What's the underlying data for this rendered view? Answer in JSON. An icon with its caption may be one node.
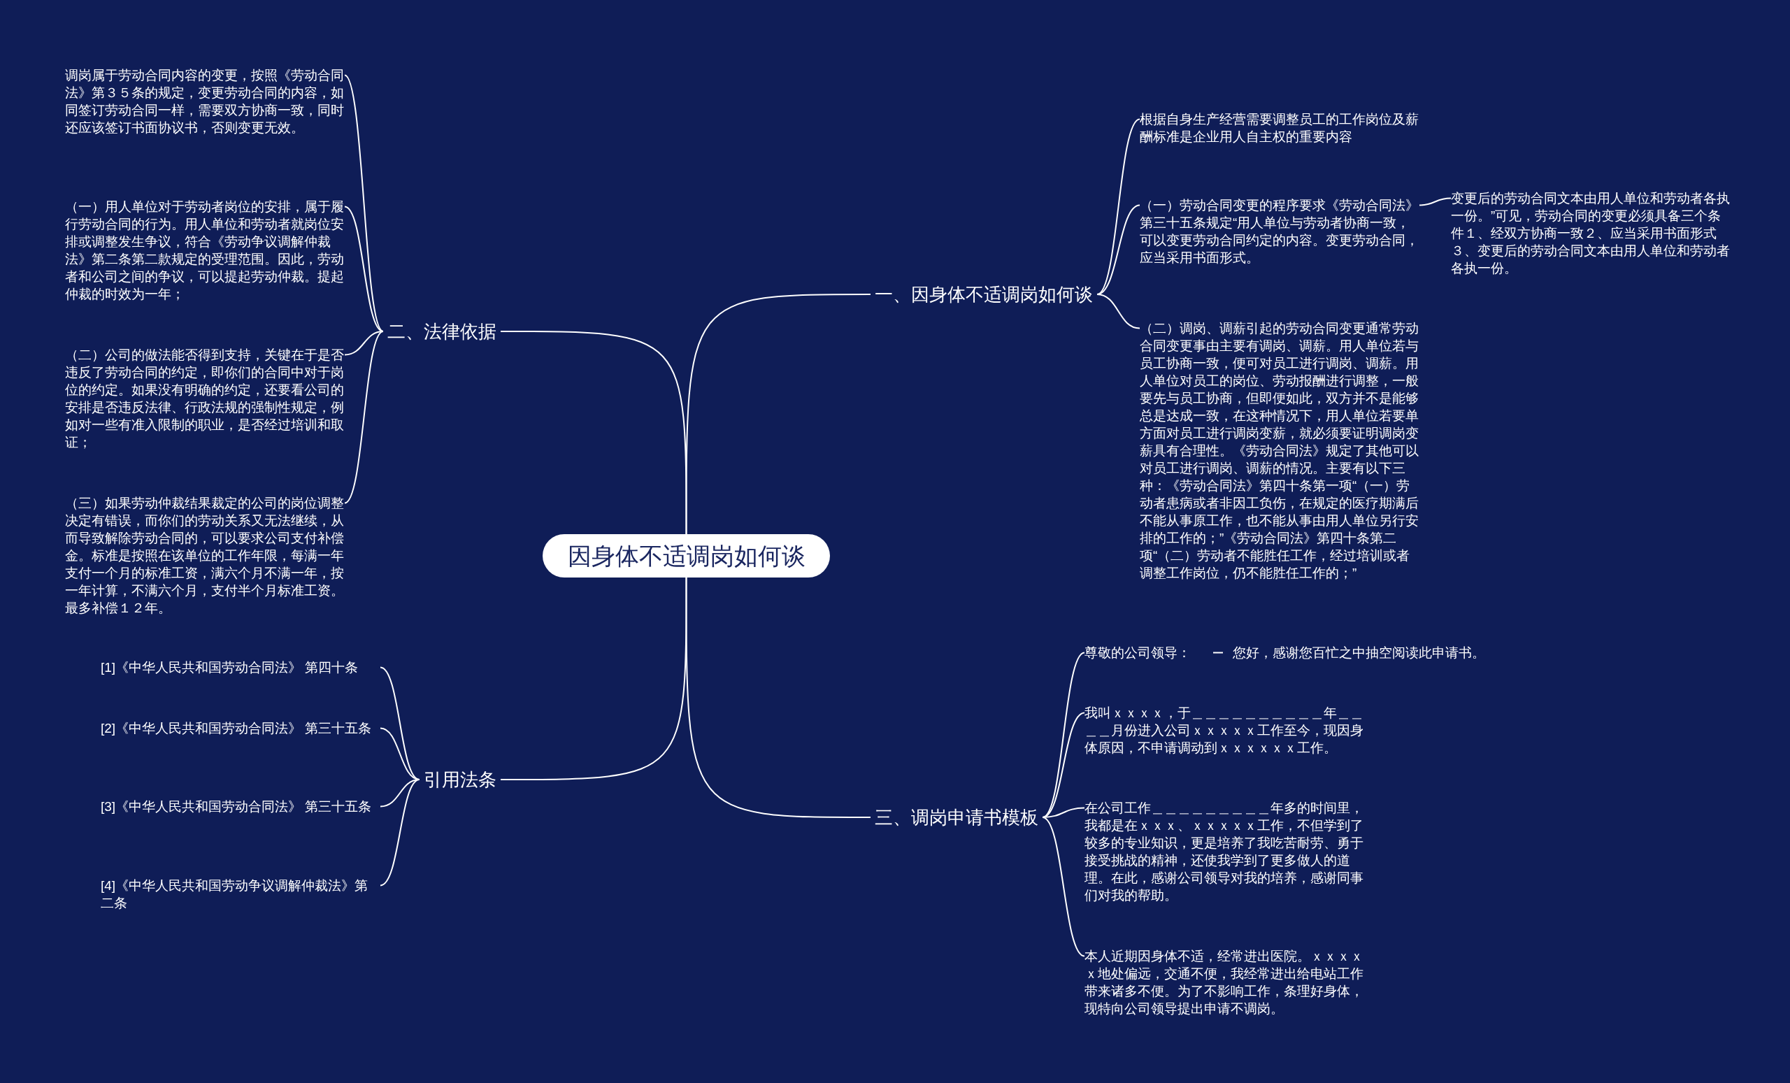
{
  "diagram": {
    "nodes": [
      {
        "text": [
          "因身体不适调岗如何谈"
        ]
      },
      {
        "text": [
          "一、因身体不适调岗如何谈"
        ]
      },
      {
        "text": [
          "根据自身生产经营需要调整员工的工作岗位及薪酬标准是企业用人自主权的重要内容"
        ]
      },
      {
        "text": [
          "（一）劳动合同变更的程序要求《劳动合同法》第三十五条规定“用人单位与劳动者协商一致，可以变更劳动合同约定的内容。变更劳动合同，应当采用书面形式。"
        ]
      },
      {
        "text": [
          "变更后的劳动合同文本由用人单位和劳动者各执一份。”可见，劳动合同的变更必须具备三个条件１、经双方协商一致２、应当采用书面形式３、变更后的劳动合同文本由用人单位和劳动者各执一份。"
        ]
      },
      {
        "text": [
          "（二）调岗、调薪引起的劳动合同变更通常劳动合同变更事由主要有调岗、调薪。用人单位若与员工协商一致，便可对员工进行调岗、调薪。用人单位对员工的岗位、劳动报酬进行调整，一般要先与员工协商，但即便如此，双方并不是能够总是达成一致，在这种情况下，用人单位若要单方面对员工进行调岗变薪，就必须要证明调岗变薪具有合理性。《劳动合同法》规定了其他可以对员工进行调岗、调薪的情况。主要有以下三种：《劳动合同法》第四十条第一项“（一）劳动者患病或者非因工负伤，在规定的医疗期满后不能从事原工作，也不能从事由用人单位另行安排的工作的；”《劳动合同法》第四十条第二项“（二）劳动者不能胜任工作，经过培训或者调整工作岗位，仍不能胜任工作的；”"
        ]
      },
      {
        "text": [
          "二、法律依据"
        ]
      },
      {
        "text": [
          "调岗属于劳动合同内容的变更，按照《劳动合同法》第３５条的规定，变更劳动合同的内容，如同签订劳动合同一样，需要双方协商一致，同时还应该签订书面协议书，否则变更无效。"
        ]
      },
      {
        "text": [
          "（一）用人单位对于劳动者岗位的安排，属于履行劳动合同的行为。用人单位和劳动者就岗位安排或调整发生争议，符合《劳动争议调解仲裁法》第二条第二款规定的受理范围。因此，劳动者和公司之间的争议，可以提起劳动仲裁。提起仲裁的时效为一年；"
        ]
      },
      {
        "text": [
          "（二）公司的做法能否得到支持，关键在于是否违反了劳动合同的约定，即你们的合同中对于岗位的约定。如果没有明确的约定，还要看公司的安排是否违反法律、行政法规的强制性规定，例如对一些有准入限制的职业，是否经过培训和取证；"
        ]
      },
      {
        "text": [
          "（三）如果劳动仲裁结果裁定的公司的岗位调整决定有错误，而你们的劳动关系又无法继续，从而导致解除劳动合同的，可以要求公司支付补偿金。标准是按照在该单位的工作年限，每满一年支付一个月的标准工资，满六个月不满一年，按一年计算，不满六个月，支付半个月标准工资。最多补偿１２年。"
        ]
      },
      {
        "text": [
          "引用法条"
        ]
      },
      {
        "text": [
          "[1]《中华人民共和国劳动合同法》 第四十条"
        ]
      },
      {
        "text": [
          "[2]《中华人民共和国劳动合同法》 第三十五条"
        ]
      },
      {
        "text": [
          "[3]《中华人民共和国劳动合同法》 第三十五条"
        ]
      },
      {
        "text": [
          "[4]《中华人民共和国劳动争议调解仲裁法》第二条"
        ]
      },
      {
        "text": [
          "三、调岗申请书模板"
        ]
      },
      {
        "text": [
          "尊敬的公司领导："
        ]
      },
      {
        "text": [
          "您好，感谢您百忙之中抽空阅读此申请书。"
        ]
      },
      {
        "text": [
          "我叫ｘｘｘｘ，于＿＿＿＿＿＿＿＿＿＿年＿＿＿＿月份进入公司ｘｘｘｘｘ工作至今，现因身体原因，不申请调动到ｘｘｘｘｘｘ工作。"
        ]
      },
      {
        "text": [
          "在公司工作＿＿＿＿＿＿＿＿＿年多的时间里，我都是在ｘｘｘ、ｘｘｘｘｘ工作，不但学到了较多的专业知识，更是培养了我吃苦耐劳、勇于接受挑战的精神，还使我学到了更多做人的道理。在此，感谢公司领导对我的培养，感谢同事们对我的帮助。"
        ]
      },
      {
        "text": [
          "本人近期因身体不适，经常进出医院。ｘｘｘｘｘ地处偏远，交通不便，我经常进出给电站工作带来诸多不便。为了不影响工作，条理好身体，现特向公司领导提出申请不调岗。"
        ]
      }
    ],
    "edges": [
      {
        "from": 0,
        "to": 1,
        "arrow": "none"
      },
      {
        "from": 1,
        "to": 2,
        "arrow": "none"
      },
      {
        "from": 1,
        "to": 3,
        "arrow": "none"
      },
      {
        "from": 3,
        "to": 4,
        "arrow": "none"
      },
      {
        "from": 1,
        "to": 5,
        "arrow": "none"
      },
      {
        "from": 0,
        "to": 6,
        "arrow": "none"
      },
      {
        "from": 6,
        "to": 7,
        "arrow": "none"
      },
      {
        "from": 6,
        "to": 8,
        "arrow": "none"
      },
      {
        "from": 6,
        "to": 9,
        "arrow": "none"
      },
      {
        "from": 6,
        "to": 10,
        "arrow": "none"
      },
      {
        "from": 0,
        "to": 11,
        "arrow": "none"
      },
      {
        "from": 11,
        "to": 12,
        "arrow": "none"
      },
      {
        "from": 11,
        "to": 13,
        "arrow": "none"
      },
      {
        "from": 11,
        "to": 14,
        "arrow": "none"
      },
      {
        "from": 11,
        "to": 15,
        "arrow": "none"
      },
      {
        "from": 0,
        "to": 16,
        "arrow": "none"
      },
      {
        "from": 16,
        "to": 17,
        "arrow": "none"
      },
      {
        "from": 17,
        "to": 18,
        "arrow": "none"
      },
      {
        "from": 16,
        "to": 19,
        "arrow": "none"
      },
      {
        "from": 16,
        "to": 20,
        "arrow": "none"
      },
      {
        "from": 16,
        "to": 21,
        "arrow": "none"
      }
    ]
  }
}
